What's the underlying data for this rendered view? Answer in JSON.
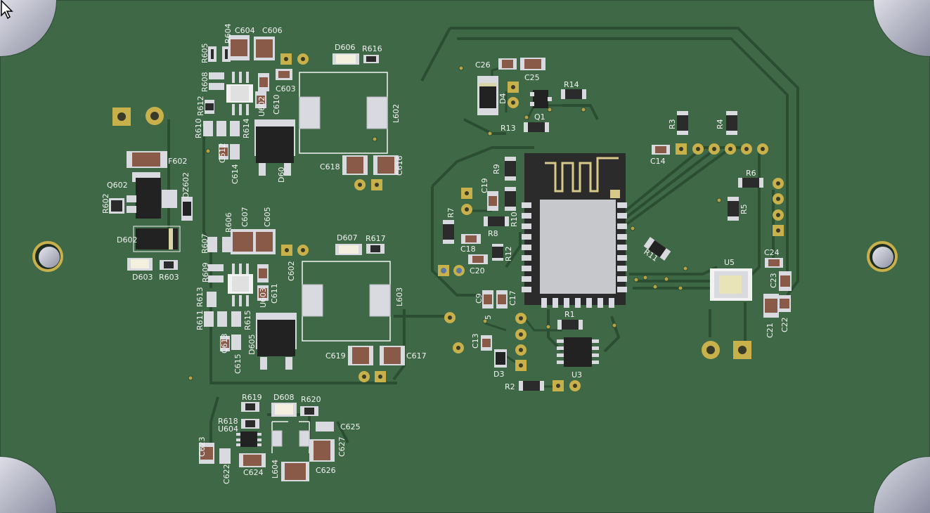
{
  "board": {
    "colors": {
      "background": "#c8c9d3",
      "soldermask": "#3f6846",
      "copper": "#2b4e32",
      "pad": "#cfd1d6",
      "gold": "#c8b04a",
      "silkscreen": "#f2f2f2",
      "component_body": "#222222",
      "capacitor": "#8a5a48",
      "led": "#f3f0e0"
    },
    "labels": {
      "r605": "R605",
      "r604": "R604",
      "c604": "C604",
      "c606": "C606",
      "d606": "D606",
      "r616": "R616",
      "r608": "R608",
      "c603": "C603",
      "r612": "R612",
      "u602": "U602",
      "c610": "C610",
      "l602": "L602",
      "r610": "R610",
      "r614": "R614",
      "c612": "C612",
      "c614": "C614",
      "d60x": "D60",
      "c618": "C618",
      "c616": "C616",
      "f602": "F602",
      "q602": "Q602",
      "dz602": "DZ602",
      "r602": "R602",
      "d602": "D602",
      "d603": "D603",
      "r603": "R603",
      "r607": "R607",
      "r606": "R606",
      "c607": "C607",
      "c605": "C605",
      "d607": "D607",
      "r617": "R617",
      "r609": "R609",
      "u603": "U603",
      "c611": "C611",
      "c602": "C602",
      "l603": "L603",
      "r613": "R613",
      "r611": "R611",
      "r615": "R615",
      "c613": "C613",
      "d605": "D605",
      "c615": "C615",
      "c619": "C619",
      "c617": "C617",
      "r619": "R619",
      "d608": "D608",
      "r620": "R620",
      "r618": "R618",
      "u604": "U604",
      "c625": "C625",
      "c623": "C623",
      "c622": "C622",
      "c624": "C624",
      "l604": "L604",
      "c626": "C626",
      "c627": "C627",
      "c26": "C26",
      "c25": "C25",
      "d4": "D4",
      "r14": "R14",
      "q1": "Q1",
      "r13": "R13",
      "c19": "C19",
      "r9": "R9",
      "r7": "R7",
      "r8": "R8",
      "r10": "R10",
      "c18": "C18",
      "r12": "R12",
      "c20": "C20",
      "c9": "C9",
      "c17": "C17",
      "c15": "5",
      "c13": "C13",
      "d3": "D3",
      "r2": "R2",
      "r1": "R1",
      "u3": "U3",
      "r3": "R3",
      "r4": "R4",
      "c14": "C14",
      "r6": "R6",
      "r5": "R5",
      "r11": "R11",
      "u5": "U5",
      "c24": "C24",
      "c23": "C23",
      "c21": "C21",
      "c22": "C22"
    }
  }
}
